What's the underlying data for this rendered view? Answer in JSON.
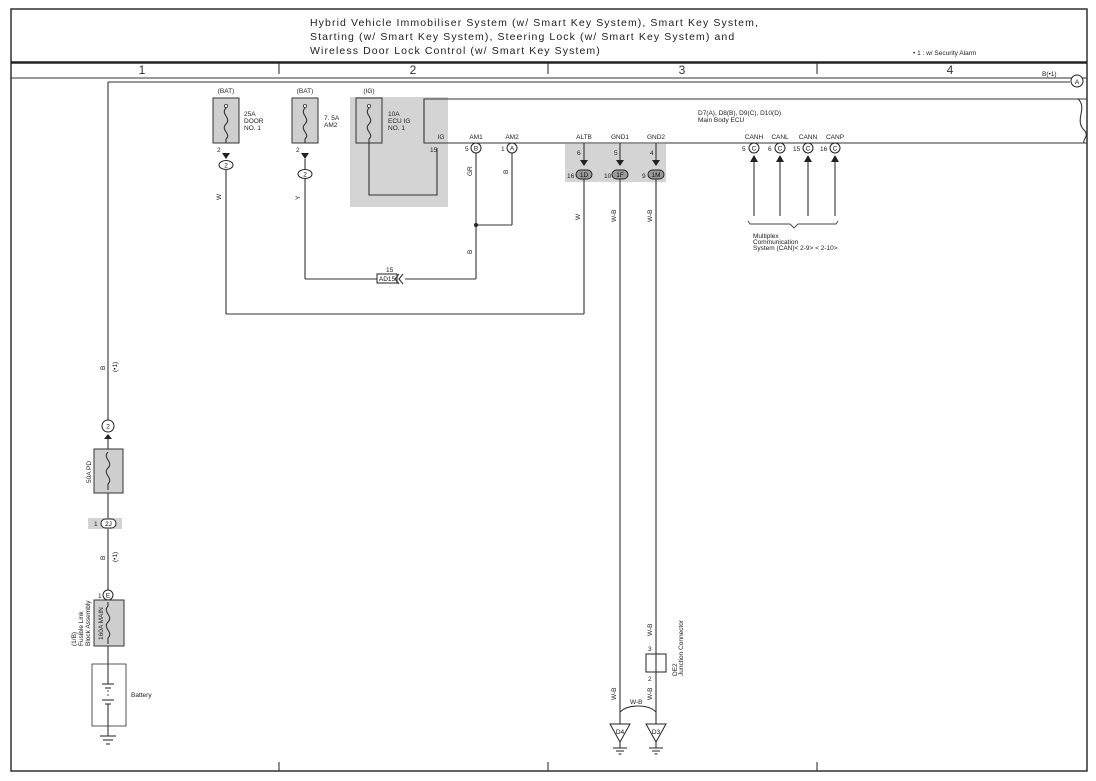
{
  "title": {
    "line1": "Hybrid Vehicle Immobiliser System (w/ Smart Key System),  Smart Key System,",
    "line2": "Starting (w/ Smart Key System),  Steering Lock (w/ Smart Key System) and",
    "line3": "Wireless Door Lock Control (w/ Smart Key System)"
  },
  "note": "• 1 : w/ Security Alarm",
  "columns": [
    "1",
    "2",
    "3",
    "4"
  ],
  "offpage": {
    "label": "B(•1)",
    "marker": "A"
  },
  "fuses": [
    {
      "supply": "(BAT)",
      "rating": "25A",
      "name1": "DOOR",
      "name2": "NO. 1",
      "pin": "2",
      "conn": "2",
      "wire": "W"
    },
    {
      "supply": "(BAT)",
      "rating": "7. 5A",
      "name1": "AM2",
      "name2": "",
      "pin": "2",
      "conn": "2",
      "wire": "Y"
    },
    {
      "supply": "(IG)",
      "rating": "10A",
      "name1": "ECU IG",
      "name2": "NO. 1",
      "pin": "15"
    }
  ],
  "ecu": {
    "title": "D7(A), D8(B), D9(C), D10(D)",
    "name": "Main Body ECU",
    "terminals": [
      {
        "name": "IG",
        "pin": "",
        "conn": ""
      },
      {
        "name": "AM1",
        "pin": "5",
        "conn": "B"
      },
      {
        "name": "AM2",
        "pin": "1",
        "conn": "A"
      },
      {
        "name": "ALTB",
        "pin": "6",
        "conn": ""
      },
      {
        "name": "GND1",
        "pin": "5",
        "conn": ""
      },
      {
        "name": "GND2",
        "pin": "4",
        "conn": ""
      },
      {
        "name": "CANH",
        "pin": "5",
        "conn": "C"
      },
      {
        "name": "CANL",
        "pin": "6",
        "conn": "C"
      },
      {
        "name": "CANN",
        "pin": "15",
        "conn": "C"
      },
      {
        "name": "CANP",
        "pin": "16",
        "conn": "C"
      }
    ]
  },
  "lower_connectors": [
    {
      "pin": "16",
      "conn": "1D"
    },
    {
      "pin": "10",
      "conn": "1F"
    },
    {
      "pin": "9",
      "conn": "1M"
    }
  ],
  "multiplex": {
    "line1": "Multiplex",
    "line2": "Communication",
    "line3": "System (CAN)< 2-9> < 2-10>"
  },
  "junction": {
    "pin": "15",
    "name": "AD15"
  },
  "wires": {
    "gr": "GR",
    "b": "B",
    "b2": "B",
    "w_altb": "W",
    "wb1": "W-B",
    "wb2": "W-B",
    "wb3": "W-B",
    "wb4": "W-B",
    "wb5": "W-B",
    "wb6": "W-B",
    "main_b": "B",
    "main_b_note": "(•1)",
    "main_b2": "B",
    "main_b2_note": "(•1)"
  },
  "pd_fuse": {
    "label": "50A PD",
    "conn": "2",
    "pin": "1",
    "conn2": "2J"
  },
  "fusible": {
    "conn": "E",
    "pin": "1",
    "rating": "160A MAIN",
    "assy1": "(1/B)",
    "assy2": "Fusible Link",
    "assy3": "Block Assembly"
  },
  "junction_connector": {
    "name1": "DE2",
    "name2": "Junction Connector",
    "pin_top": "3",
    "pin_bottom": "2"
  },
  "battery": "Battery",
  "grounds": [
    "D4",
    "D3"
  ]
}
